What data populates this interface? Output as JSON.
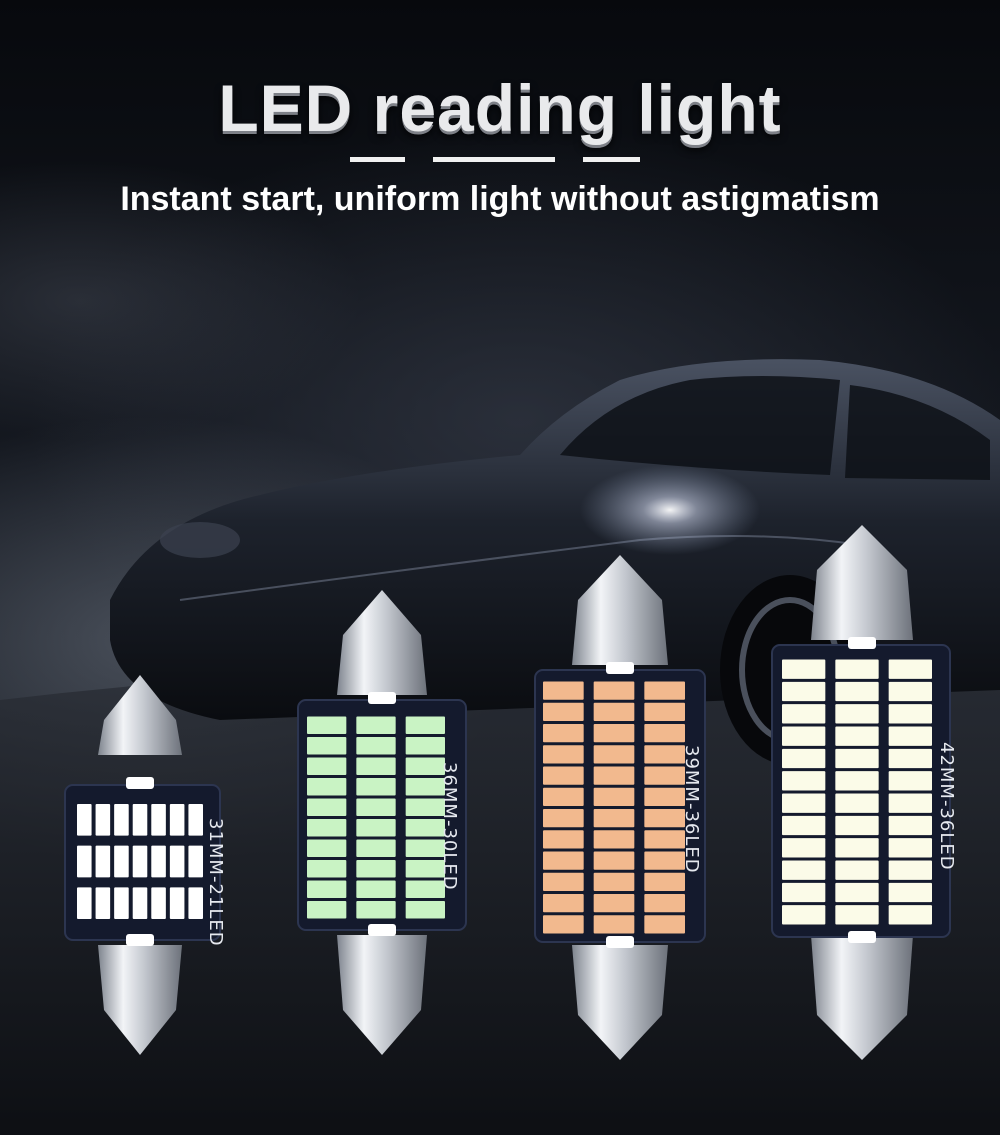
{
  "header": {
    "title": "LED reading light",
    "subtitle": "Instant start, uniform light without astigmatism"
  },
  "bulbs": [
    {
      "label": "31MM-21LED",
      "led_color": "#ffffff",
      "columns": 7,
      "rows": 3
    },
    {
      "label": "36MM-30LED",
      "led_color": "#c9f3c4",
      "columns": 3,
      "rows": 10
    },
    {
      "label": "39MM-36LED",
      "led_color": "#f2b98e",
      "columns": 3,
      "rows": 12
    },
    {
      "label": "42MM-36LED",
      "led_color": "#fbfbe8",
      "columns": 3,
      "rows": 12
    }
  ],
  "colors": {
    "pcb": "#141a2d",
    "metal_light": "#eceef2",
    "metal_dark": "#8d939d"
  }
}
